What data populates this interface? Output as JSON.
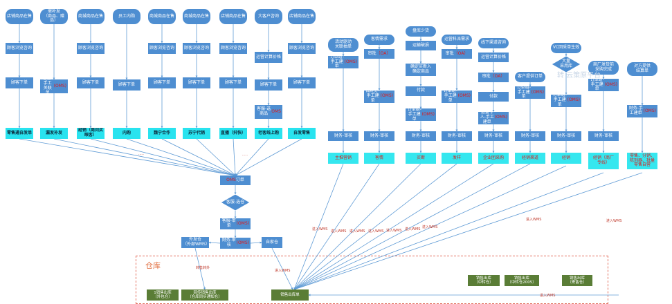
{
  "warehouse_label": "仓库",
  "watermark": "转    云策原平台",
  "edge_label_wms": "进入WMS",
  "edge_label_dump": "转售转外",
  "edge_label_dots": "·····",
  "channels": [
    {
      "start": "店铺商品在售",
      "steps": [
        "顾客浏览咨询",
        "顾客下单"
      ],
      "result": "零售通自发单"
    },
    {
      "start": "需补发\n（商品、赠品）",
      "steps": [
        "客服-手工关联单\n(OMS)"
      ],
      "result": "漏发补发"
    },
    {
      "start": "商城商品在售",
      "steps": [
        "顾客浏览咨询",
        "顾客下单"
      ],
      "result": "经销（商问买眼客）"
    },
    {
      "start": "员工内购",
      "steps": [
        "顾客下单"
      ],
      "result": "内购"
    },
    {
      "start": "商城商品在售",
      "steps": [
        "顾客浏览咨询",
        "顾客下单"
      ],
      "result": "魏宁合作"
    },
    {
      "start": "商城商品在售",
      "steps": [
        "顾客浏览咨询",
        "顾客下单"
      ],
      "result": "苏宁代销"
    },
    {
      "start": "店铺商品在售",
      "steps": [
        "顾客浏览咨询",
        "顾客下单"
      ],
      "result": "直播（抖快）"
    },
    {
      "start": "大客户咨询",
      "steps": [
        "运营计算价格",
        "顾客下单",
        "客服-选商品\nOMS"
      ],
      "result": "老客线上购"
    },
    {
      "start": "店铺商品在售",
      "steps": [
        "顾客浏览咨询",
        "顾客下单"
      ],
      "result": "自发零售"
    }
  ],
  "oms_flow": {
    "oms_order": "OMS订单",
    "review": "客服-选仓",
    "approve": "客服-审单\n(OMS)",
    "finance": "财务-审核\n(OMS)",
    "external_wh": "外发仓\n（外部WMS）",
    "self_wh": "自家仓"
  },
  "right_groups": [
    {
      "start": "活动驱动\n关联抽单",
      "steps": [
        "订单组-手工建单(OMS)",
        "财务-审核"
      ],
      "result": "主推营销"
    },
    {
      "start": "客情需求",
      "steps": [
        "审批（OA）",
        "品经办-手工建单(OMS)",
        "财务-审核"
      ],
      "result": "客情"
    },
    {
      "start": "盘库少货",
      "steps": [
        "运输破损",
        "确定买断入\n确定商品",
        "付款",
        "订单组-手工建单(OMS)",
        "财务-审核"
      ],
      "result": "买断"
    },
    {
      "start": "运营科派需求",
      "steps": [
        "审批（OA）",
        "订单组-手工建单(OMS)",
        "财务-审核"
      ],
      "result": "发样"
    },
    {
      "start": "线下渠道咨询",
      "steps": [
        "运营计算价格",
        "审批（OA）",
        "付款",
        "运营专人-手工建单(OMS)",
        "财务-审核"
      ],
      "result": "企业团采购"
    },
    {
      "start": "客户提供订单",
      "steps": [
        "订单组-手工建单(OMS)",
        "财务-审核"
      ],
      "result": "经销渠道"
    },
    {
      "start": "VC回采单生效",
      "steps": [
        "大量\n采用库",
        "订单组-手工建单(OMS)",
        "财务-审核"
      ],
      "result": "经销"
    },
    {
      "start": "商厂发货前\n采购完成",
      "steps": [
        "订单组-手工建单(OMS)",
        "财务-审核"
      ],
      "result": "经销（商厂\n专线）"
    },
    {
      "start": "对方提供\n结算单",
      "steps": [
        "财务-手工建单\n(OMS)"
      ],
      "result": "零售、分销、\n陈列器、批量\n零售自营"
    }
  ],
  "warehouse_nodes": {
    "sales_out": "销售出库单",
    "bottom_left_1": "1销售出库\n（外包仓）",
    "bottom_left_2": "回传销售出库\n（仓库同步通知仓）",
    "bottom_right_1": "销售出库\n（中转仓）",
    "bottom_right_2": "销售出库\n（中转仓2005）",
    "bottom_right_3": "销售出库\n（寄售仓）"
  },
  "colors": {
    "box": "#4e8ed1",
    "cyan": "#29e3ef",
    "green": "#5a7d36",
    "line": "#5f9bd5",
    "accent": "#e01818",
    "frame": "#e26b59"
  }
}
